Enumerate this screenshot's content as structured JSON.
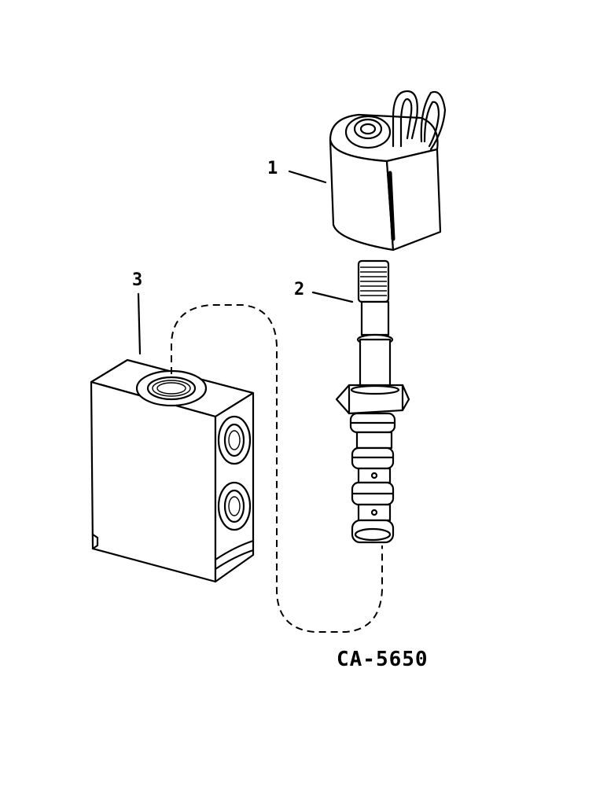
{
  "callouts": [
    {
      "id": "1"
    },
    {
      "id": "2"
    },
    {
      "id": "3"
    }
  ],
  "reference_code": "CA-5650",
  "icons": [
    "solenoid-coil-icon",
    "valve-cartridge-icon",
    "valve-body-block-icon"
  ],
  "colors": {
    "ink": "#000000",
    "paper": "#ffffff"
  }
}
